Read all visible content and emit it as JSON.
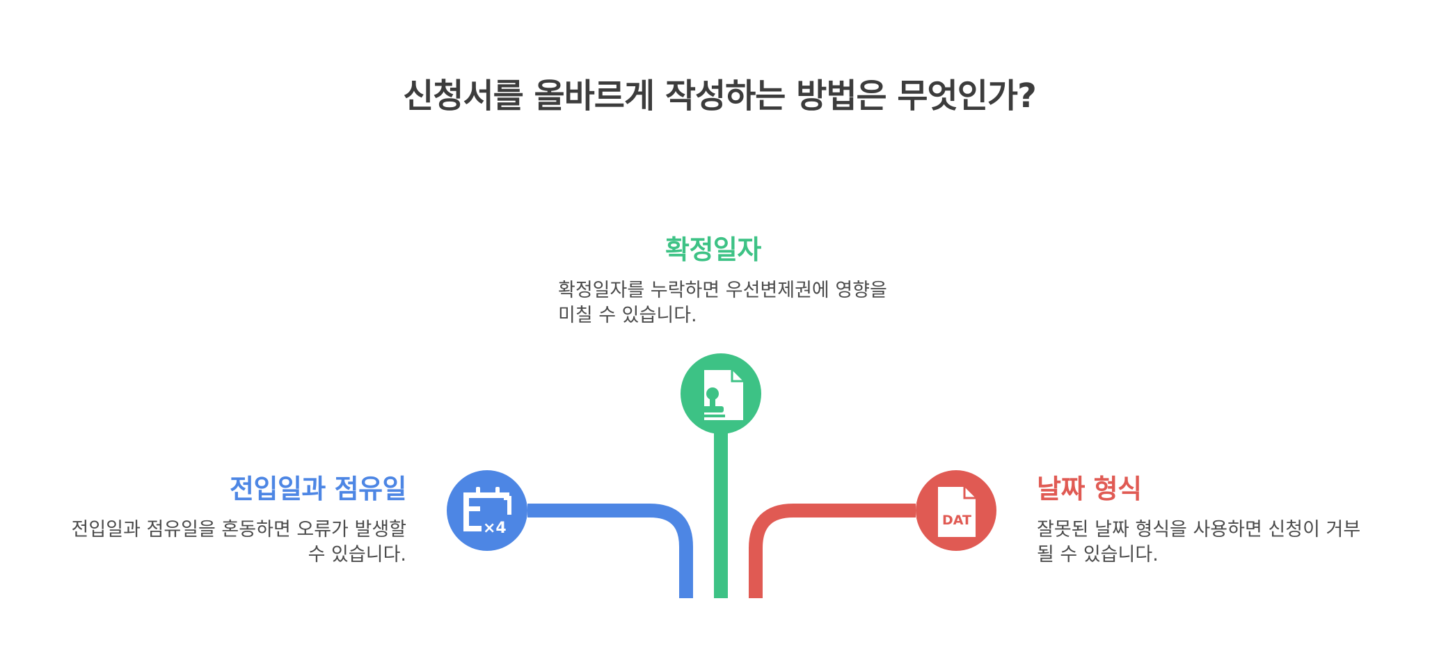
{
  "title": "신청서를 올바르게 작성하는 방법은 무엇인가?",
  "colors": {
    "blue": "#4d86e4",
    "green": "#3dc285",
    "red": "#e05a53"
  },
  "branches": [
    {
      "heading": "전입일과 점유일",
      "description": "전입일과 점유일을 혼동하면 오류가 발생할 수 있습니다.",
      "icon": "calendar-x4-icon",
      "color": "#4d86e4"
    },
    {
      "heading": "확정일자",
      "description": "확정일자를 누락하면 우선변제권에 영향을 미칠 수 있습니다.",
      "icon": "stamped-document-icon",
      "color": "#3dc285"
    },
    {
      "heading": "날짜 형식",
      "description": "잘못된 날짜 형식을 사용하면 신청이 거부될 수 있습니다.",
      "icon": "dat-file-icon",
      "color": "#e05a53",
      "icon_text": "DAT"
    }
  ]
}
